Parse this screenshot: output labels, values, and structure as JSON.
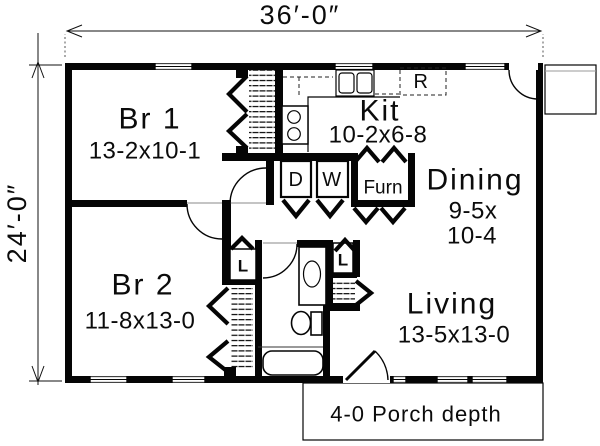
{
  "dimensions": {
    "width": "36′-0″",
    "height": "24′-0″"
  },
  "rooms": {
    "br1": {
      "name": "Br 1",
      "size": "13-2x10-1"
    },
    "br2": {
      "name": "Br 2",
      "size": "11-8x13-0"
    },
    "kitchen": {
      "name": "Kit",
      "size": "10-2x6-8"
    },
    "dining": {
      "name": "Dining",
      "size_line1": "9-5x",
      "size_line2": "10-4"
    },
    "living": {
      "name": "Living",
      "size": "13-5x13-0"
    }
  },
  "fixtures": {
    "dryer": "D",
    "washer": "W",
    "furnace": "Furn",
    "refrigerator": "R",
    "linen_closet_hall": "L",
    "linen_closet_living": "L"
  },
  "porch": {
    "label": "4-0 Porch depth"
  },
  "colors": {
    "wall": "#050505",
    "background": "#ffffff"
  }
}
